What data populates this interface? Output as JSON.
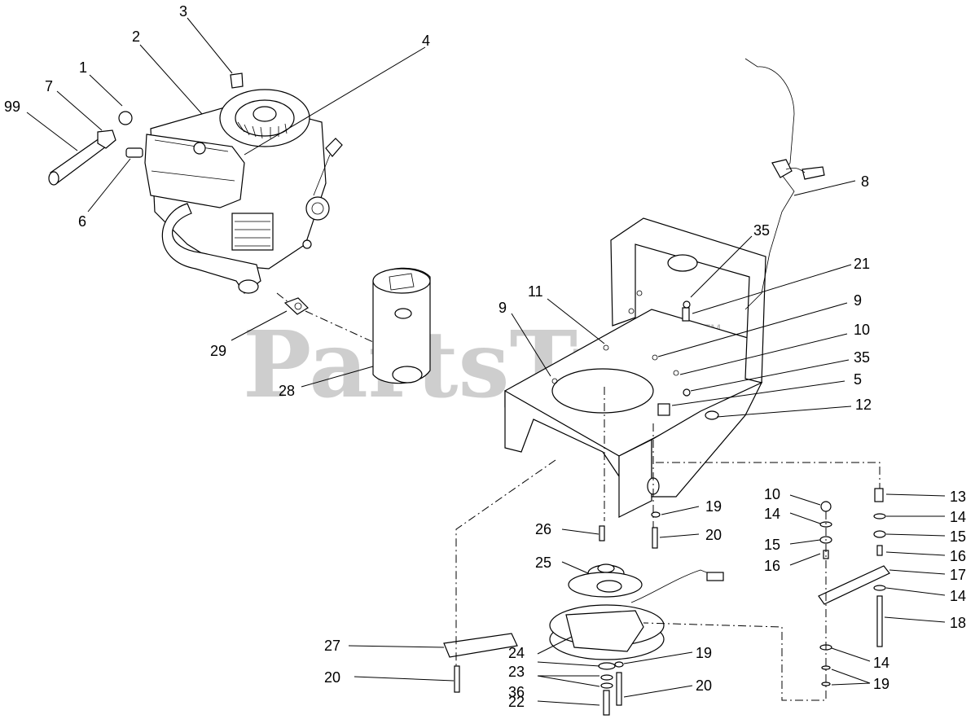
{
  "watermark": {
    "text": "PartsTree",
    "tm": "TM"
  },
  "callouts": {
    "c99": "99",
    "c1": "1",
    "c7": "7",
    "c2": "2",
    "c3": "3",
    "c4": "4",
    "c6": "6",
    "c8": "8",
    "c35a": "35",
    "c21": "21",
    "c11": "11",
    "c9a": "9",
    "c9b": "9",
    "c10a": "10",
    "c35b": "35",
    "c5": "5",
    "c12": "12",
    "c29": "29",
    "c28": "28",
    "c19a": "19",
    "c20a": "20",
    "c26": "26",
    "c25": "25",
    "c27": "27",
    "c24": "24",
    "c20b": "20",
    "c23": "23",
    "c19b": "19",
    "c36": "36",
    "c22": "22",
    "c20c": "20",
    "c10b": "10",
    "c14a": "14",
    "c15a": "15",
    "c16a": "16",
    "c13": "13",
    "c14b": "14",
    "c15b": "15",
    "c16b": "16",
    "c17": "17",
    "c14c": "14",
    "c18": "18",
    "c14d": "14",
    "c19c": "19"
  }
}
